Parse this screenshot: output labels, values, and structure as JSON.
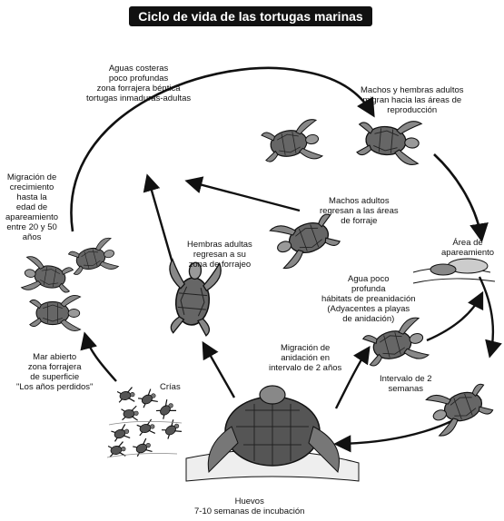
{
  "title": "Ciclo de vida de las tortugas marinas",
  "labels": {
    "coastal": [
      "Aguas costeras",
      "poco profundas",
      "zona forrajera béntica",
      "tortugas inmaduras-adultas"
    ],
    "migrate_adults": [
      "Machos y hembras adultos",
      "migran hacia las áreas de",
      "reproducción"
    ],
    "growth": [
      "Migración de",
      "crecimiento",
      "hasta la",
      "edad de",
      "apareamiento",
      "entre 20 y 50",
      "años"
    ],
    "males_return": [
      "Machos adultos",
      "regresan a las áreas",
      "de forraje"
    ],
    "mating_area": [
      "Área de",
      "apareamiento"
    ],
    "females_return": [
      "Hembras adultas",
      "regresan a su",
      "zona de forrajeo"
    ],
    "shallow": [
      "Agua poco",
      "profunda",
      "hábitats de preanidación",
      "(Adyacentes a playas",
      "de anidación)"
    ],
    "nesting_migration": [
      "Migración de",
      "anidación en",
      "intervalo de 2 años"
    ],
    "interval": [
      "Intervalo de 2",
      "semanas"
    ],
    "open_sea": [
      "Mar abierto",
      "zona forrajera",
      "de superficie",
      "\"Los años perdidos\""
    ],
    "hatchlings": [
      "Crías"
    ],
    "eggs": [
      "Huevos",
      "7-10 semanas de incubación"
    ]
  },
  "colors": {
    "ink": "#111111",
    "shell": "#555555",
    "light": "#bbbbbb",
    "background": "#ffffff"
  }
}
